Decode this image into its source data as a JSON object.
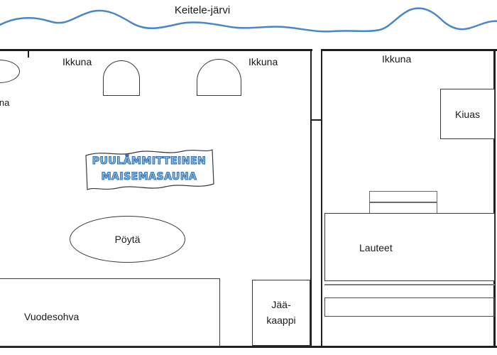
{
  "title": {
    "lake_label": "Keitele-järvi"
  },
  "colors": {
    "wave_blue": "#4a86c8",
    "sign_text_fill": "#9cc3e5",
    "sign_text_outline": "#2f6fb0",
    "wall_black": "#1f1f1f",
    "step_gray": "#7f7f7f"
  },
  "main_room": {
    "window_left_label": "Ikkuna",
    "window_right_label": "Ikkuna",
    "left_edge_label": "ina",
    "sign_line1": "PUULÄMMITTEINEN",
    "sign_line2": "MAISEMASAUNA",
    "table_label": "Pöytä",
    "sofa_label": "Vuodesohva",
    "fridge_label": "Jää-\nkaappi"
  },
  "sauna_room": {
    "window_label": "Ikkuna",
    "stove_label": "Kiuas",
    "benches_label": "Lauteet"
  }
}
